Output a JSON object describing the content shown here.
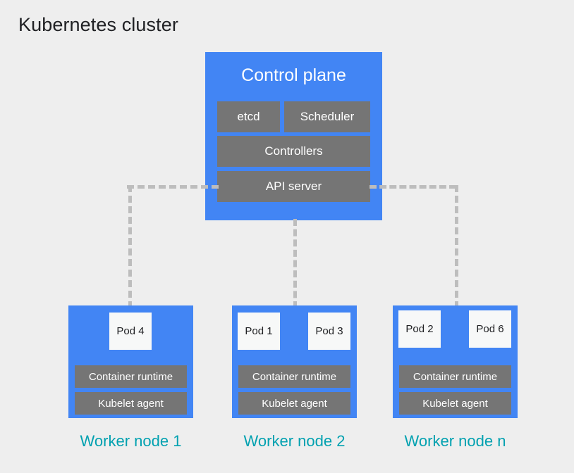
{
  "page": {
    "title": "Kubernetes cluster",
    "background_color": "#eeeeee"
  },
  "colors": {
    "node_blue": "#4285f4",
    "component_gray": "#757575",
    "pod_white": "#f7f8f8",
    "caption_teal": "#00a1b0",
    "connector_gray": "#bdbdbd",
    "title_text": "#202124"
  },
  "control_plane": {
    "title": "Control plane",
    "components": [
      {
        "label": "etcd"
      },
      {
        "label": "Scheduler"
      },
      {
        "label": "Controllers"
      },
      {
        "label": "API server"
      }
    ]
  },
  "worker_nodes": [
    {
      "caption": "Worker node 1",
      "pods": [
        {
          "label": "Pod 4"
        }
      ],
      "runtime_label": "Container runtime",
      "kubelet_label": "Kubelet agent"
    },
    {
      "caption": "Worker node 2",
      "pods": [
        {
          "label": "Pod 1"
        },
        {
          "label": "Pod 3"
        }
      ],
      "runtime_label": "Container runtime",
      "kubelet_label": "Kubelet agent"
    },
    {
      "caption": "Worker node n",
      "pods": [
        {
          "label": "Pod 2"
        },
        {
          "label": "Pod 6"
        }
      ],
      "runtime_label": "Container runtime",
      "kubelet_label": "Kubelet agent"
    }
  ],
  "connectors": [
    {
      "name": "api-server-to-worker-node-1",
      "style": "dashed"
    },
    {
      "name": "control-plane-to-worker-node-2",
      "style": "dashed"
    },
    {
      "name": "api-server-to-worker-node-n",
      "style": "dashed"
    }
  ]
}
